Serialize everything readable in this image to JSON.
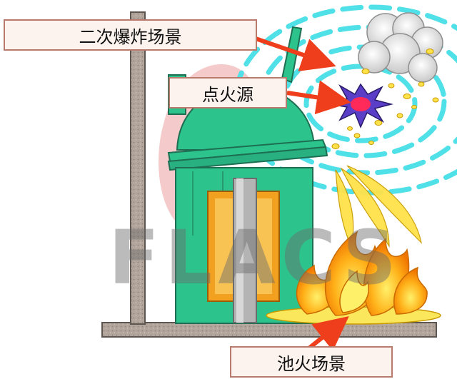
{
  "labels": {
    "secondary_explosion": "二次爆炸场景",
    "ignition_source": "点火源",
    "pool_fire": "池火场景"
  },
  "watermark": "FLACS",
  "colors": {
    "tank": "#2cc48c",
    "tank_outline": "#1d6e52",
    "pole": "#b2a59c",
    "blast_ring": "#4fe0e8",
    "flame_outer": "#f08a00",
    "flame_inner": "#ffe24a",
    "arrow": "#ee3e1c",
    "spark_outer": "#5a3ec8",
    "spark_inner": "#ff2a5a",
    "label_bg": "#fdf3ee",
    "label_border": "#b77a6c"
  }
}
